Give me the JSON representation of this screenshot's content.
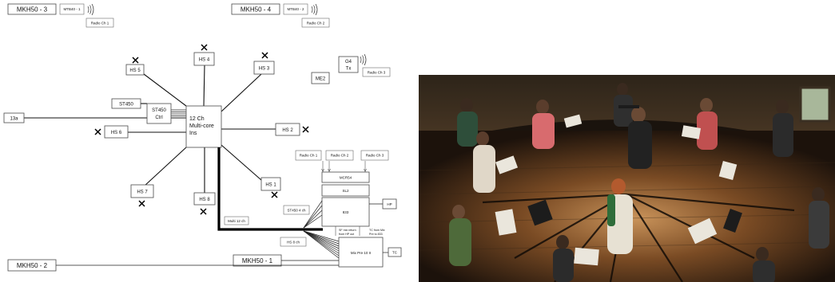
{
  "diagram": {
    "mics": {
      "mkh50_3": "MKH50 - 3",
      "mkh50_4": "MKH50 - 4",
      "mkh50_2": "MKH50 - 2",
      "mkh50_1": "MKH50 - 1",
      "mtb40_1": "MTB40 - 1",
      "mtb40_2": "MTB40 - 2",
      "radio_ch1": "Radio Ch 1",
      "radio_ch2": "Radio Ch 2",
      "radio_ch3": "Radio Ch 3"
    },
    "hub": {
      "line1": "12 Ch",
      "line2": "Multi-core",
      "line3": "Ins"
    },
    "headsets": {
      "hs1": "HS 1",
      "hs2": "HS 2",
      "hs3": "HS 3",
      "hs4": "HS 4",
      "hs5": "HS 5",
      "hs6": "HS 6",
      "hs7": "HS 7",
      "hs8": "HS 8"
    },
    "st450": "ST450",
    "st450_ctrl_1": "ST450",
    "st450_ctrl_2": "Ctrl",
    "input_13a": "13a",
    "g4_tx_1": "G4",
    "g4_tx_2": "Tx",
    "me2": "ME2",
    "rack": {
      "radio_ch1": "Radio Ch 1",
      "radio_ch2": "Radio Ch 2",
      "radio_ch3": "Radio Ch 3",
      "mcr54": "MCR54",
      "sl2": "SL2",
      "unit_833": "833",
      "hp": "HP",
      "st450_4ch": "ST450 4 ch",
      "multi_12ch": "Multi 12 ch",
      "hs8ch": "HS 8 ch",
      "note1_a": "SF mix return",
      "note1_b": "from HP out",
      "note2_a": "TC from Mix",
      "note2_b": "Pre to 833",
      "mixpre": "Mix Pre 10 II",
      "tc": "TC"
    }
  },
  "photo": {
    "description_alt": ""
  }
}
